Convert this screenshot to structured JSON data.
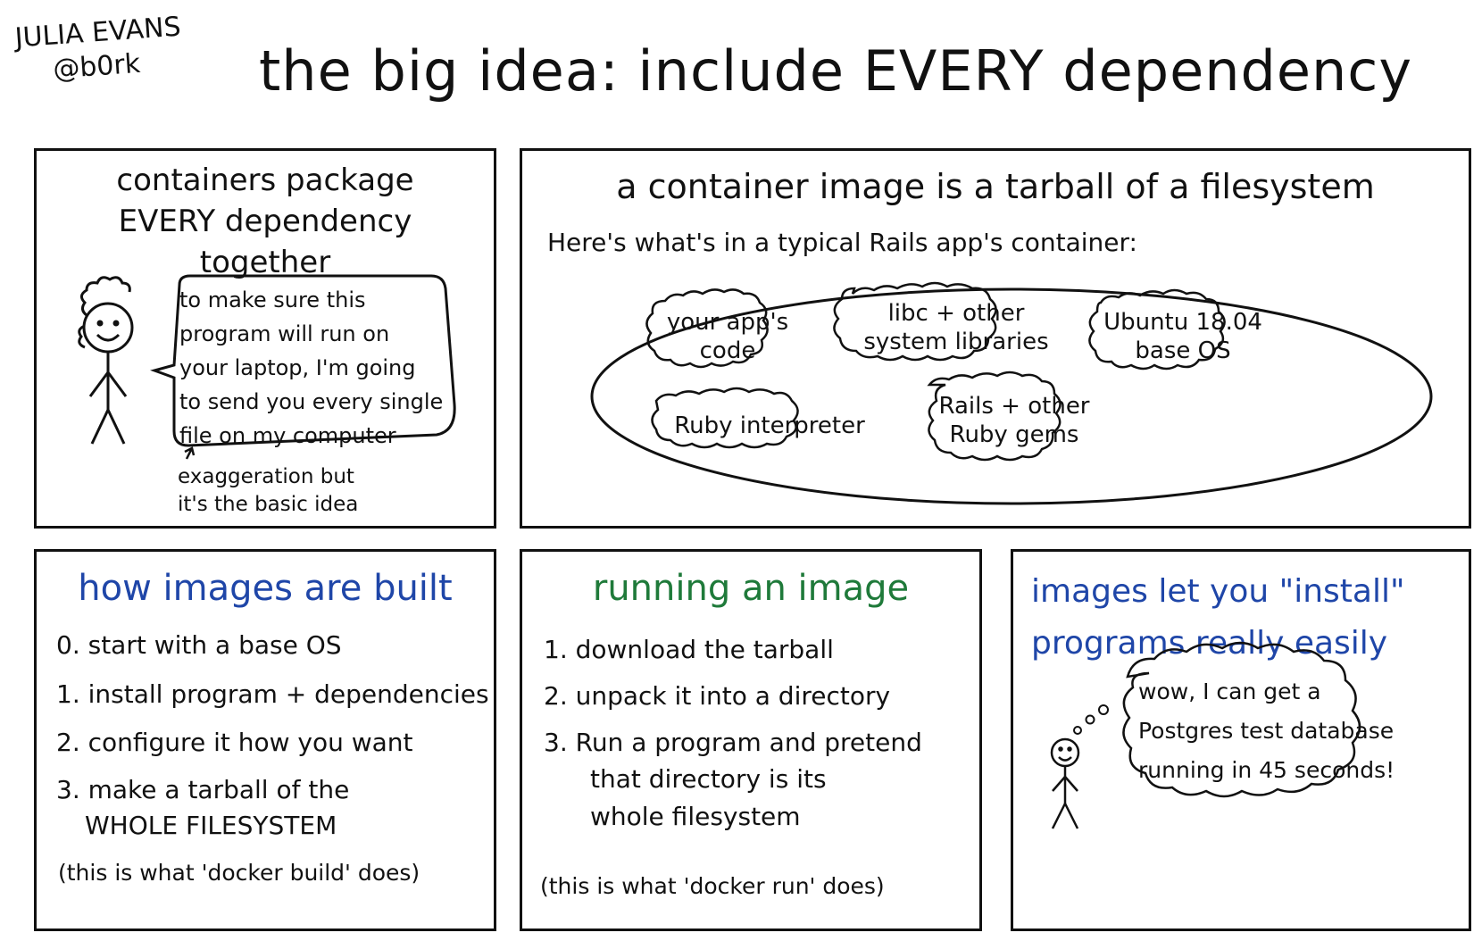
{
  "author": {
    "name": "JULIA EVANS",
    "handle": "@b0rk"
  },
  "title": "the big idea: include EVERY dependency",
  "panel_package": {
    "title_lines": [
      "containers package",
      "EVERY dependency",
      "together"
    ],
    "speech_lines": [
      "to make sure this",
      "program will run on",
      "your laptop, I'm going",
      "to send you every single",
      "file on my computer"
    ],
    "note_lines": [
      "exaggeration but",
      "it's the basic idea"
    ]
  },
  "panel_tarball": {
    "title": "a container image is a tarball of a filesystem",
    "subtitle": "Here's what's in a typical Rails app's container:",
    "items": {
      "app_code": [
        "your app's",
        "code"
      ],
      "libc": [
        "libc + other",
        "system libraries"
      ],
      "ubuntu": [
        "Ubuntu 18.04",
        "base OS"
      ],
      "ruby": [
        "Ruby interpreter"
      ],
      "rails": [
        "Rails + other",
        "Ruby gems"
      ]
    }
  },
  "panel_build": {
    "title": "how images are built",
    "steps": [
      "0. start with a base OS",
      "1. install program + dependencies",
      "2. configure it how you want",
      "3. make a tarball of the",
      "WHOLE FILESYSTEM"
    ],
    "note": "(this is what 'docker build' does)"
  },
  "panel_run": {
    "title": "running an image",
    "steps": [
      "1. download the tarball",
      "2. unpack it into a directory",
      "3. Run a program and pretend",
      "that directory is its",
      "whole filesystem"
    ],
    "note": "(this is what 'docker run' does)"
  },
  "panel_install": {
    "title_lines": [
      "images let you \"install\"",
      "programs really easily"
    ],
    "thought_lines": [
      "wow, I can get a",
      "Postgres test database",
      "running in 45 seconds!"
    ]
  },
  "colors": {
    "blue_heading": "#1f46a8",
    "green_heading": "#1f7a3a",
    "ink": "#111111"
  }
}
